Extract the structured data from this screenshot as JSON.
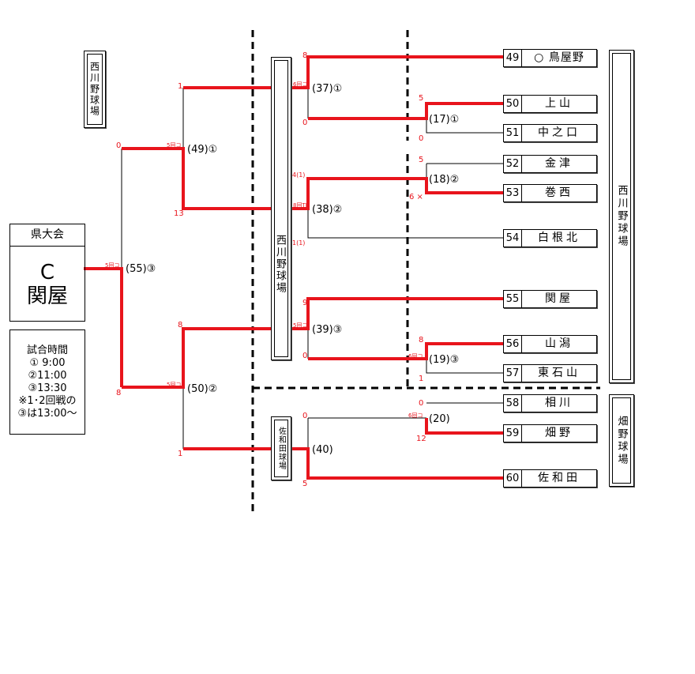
{
  "title_box": {
    "label": "県大会"
  },
  "champion": {
    "code": "C",
    "venue": "関屋"
  },
  "schedule": {
    "heading": "試合時間",
    "slots": [
      "① 9:00",
      "②11:00",
      "③13:30"
    ],
    "note_line1": "※1･2回戦の",
    "note_line2": "③は13:00～"
  },
  "venues": {
    "left_top": "西川野球場",
    "middle_main": "西川野球場",
    "middle_sawada": "佐和田球場",
    "right_top": "西川野球場",
    "right_bottom": "畑野球場"
  },
  "teams": [
    {
      "num": "49",
      "name": "○ 鳥屋野"
    },
    {
      "num": "50",
      "name": "上山"
    },
    {
      "num": "51",
      "name": "中之口"
    },
    {
      "num": "52",
      "name": "金津"
    },
    {
      "num": "53",
      "name": "巻西"
    },
    {
      "num": "54",
      "name": "白根北"
    },
    {
      "num": "55",
      "name": "関屋"
    },
    {
      "num": "56",
      "name": "山潟"
    },
    {
      "num": "57",
      "name": "東石山"
    },
    {
      "num": "58",
      "name": "相川"
    },
    {
      "num": "59",
      "name": "畑野"
    },
    {
      "num": "60",
      "name": "佐和田"
    }
  ],
  "games": {
    "g17": "(17)①",
    "g18": "(18)②",
    "g19": "(19)③",
    "g20": "(20)",
    "g37": "(37)①",
    "g38": "(38)②",
    "g39": "(39)③",
    "g40": "(40)",
    "g49": "(49)①",
    "g50": "(50)②",
    "g55": "(55)③"
  },
  "scores": {
    "g17_top": "5",
    "g17_bot": "0",
    "g18_top": "5",
    "g18_bot": "6 ×",
    "g19_top": "8",
    "g19_bot": "1",
    "g20_top": "0",
    "g20_bot": "12",
    "g20_note": "6回コ",
    "g37_top": "8",
    "g37_bot": "0",
    "g37_note": "6回コ",
    "g38_top": "4(1)",
    "g38_bot": "1(1)",
    "g38_note": "8回TB",
    "g39_top": "9",
    "g39_bot": "0",
    "g39_note": "5回コ",
    "g19_note": "6回コ",
    "g40_top": "0",
    "g40_bot": "5",
    "g49_top": "1",
    "g49_bot": "13",
    "g49_note": "5回コ",
    "g50_top": "8",
    "g50_bot": "1",
    "g50_note": "5回コ",
    "g55_top": "0",
    "g55_bot": "8",
    "g55_note": "5回コ"
  },
  "colors": {
    "winner_line": "#e8141c",
    "line": "#000000",
    "score": "#e8141c"
  }
}
